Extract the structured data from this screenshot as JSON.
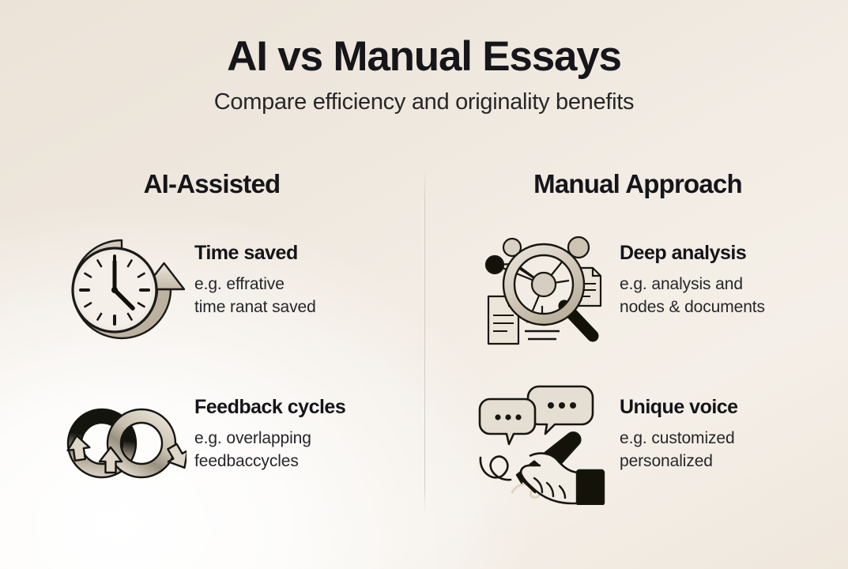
{
  "header": {
    "title": "AI vs Manual Essays",
    "subtitle": "Compare efficiency and originality benefits"
  },
  "colors": {
    "background_top": "#ece3d8",
    "background_bottom_left": "#ffffff",
    "text_primary": "#15151a",
    "text_secondary": "#26262a",
    "icon_beige": "#cbc2b2",
    "icon_beige_light": "#e3ded3",
    "icon_dark": "#12120f",
    "divider": "#cfccc6"
  },
  "columns": [
    {
      "heading": "AI-Assisted",
      "items": [
        {
          "icon": "clock-arrow-icon",
          "title": "Time saved",
          "desc": "e.g. effrative\ntime ranat saved"
        },
        {
          "icon": "feedback-cycles-icon",
          "title": "Feedback cycles",
          "desc": "e.g. overlapping\nfeedbaccycles"
        }
      ]
    },
    {
      "heading": "Manual Approach",
      "items": [
        {
          "icon": "magnifier-network-documents-icon",
          "title": "Deep analysis",
          "desc": "e.g. analysis and\nnodes & documents"
        },
        {
          "icon": "hand-writing-pen-speech-bubbles-icon",
          "title": "Unique voice",
          "desc": "e.g. customized\npersonalized"
        }
      ]
    }
  ]
}
